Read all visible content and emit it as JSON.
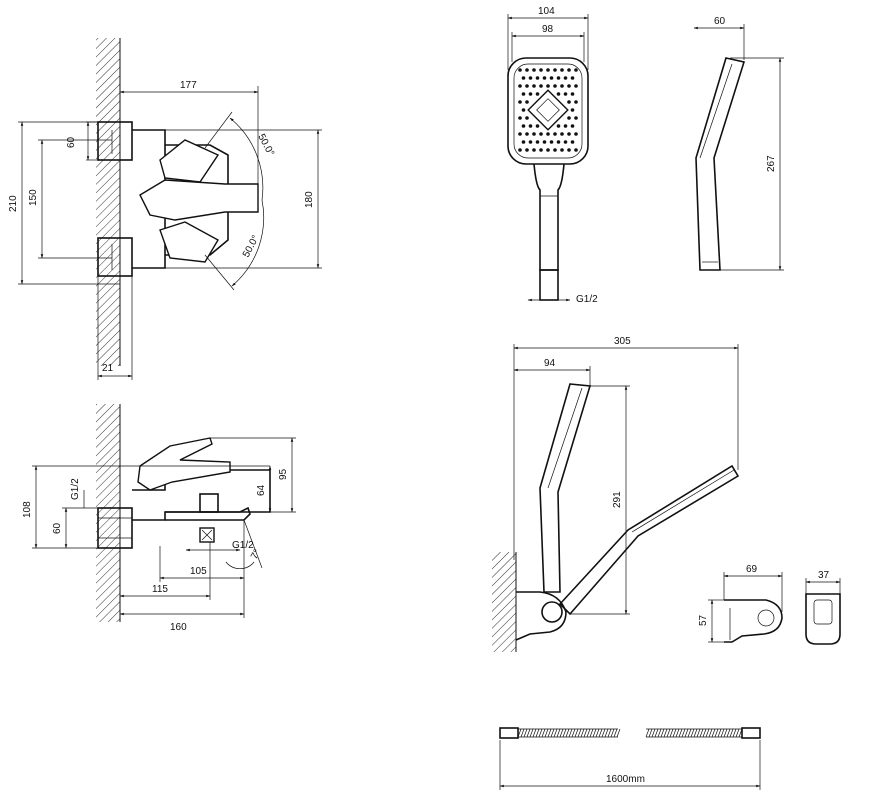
{
  "dimensions": {
    "front": {
      "width_177": "177",
      "d60": "60",
      "d210": "210",
      "d150": "150",
      "d180": "180",
      "angle_top": "50.0°",
      "angle_bottom": "50.0°",
      "d21": "21"
    },
    "side": {
      "d108": "108",
      "g12_left": "G1/2",
      "d60": "60",
      "d64": "64",
      "d95": "95",
      "g12_spout": "G1/2",
      "angle_7": "7°",
      "d105": "105",
      "d115": "115",
      "d160": "160"
    },
    "handshower_front": {
      "d104": "104",
      "d98": "98",
      "g12": "G1/2"
    },
    "handshower_side": {
      "d60": "60",
      "d267": "267"
    },
    "holder_assembly": {
      "d305": "305",
      "d94": "94",
      "d291": "291"
    },
    "bracket": {
      "d69": "69",
      "d57": "57",
      "d37": "37"
    },
    "hose": {
      "length": "1600mm"
    }
  }
}
